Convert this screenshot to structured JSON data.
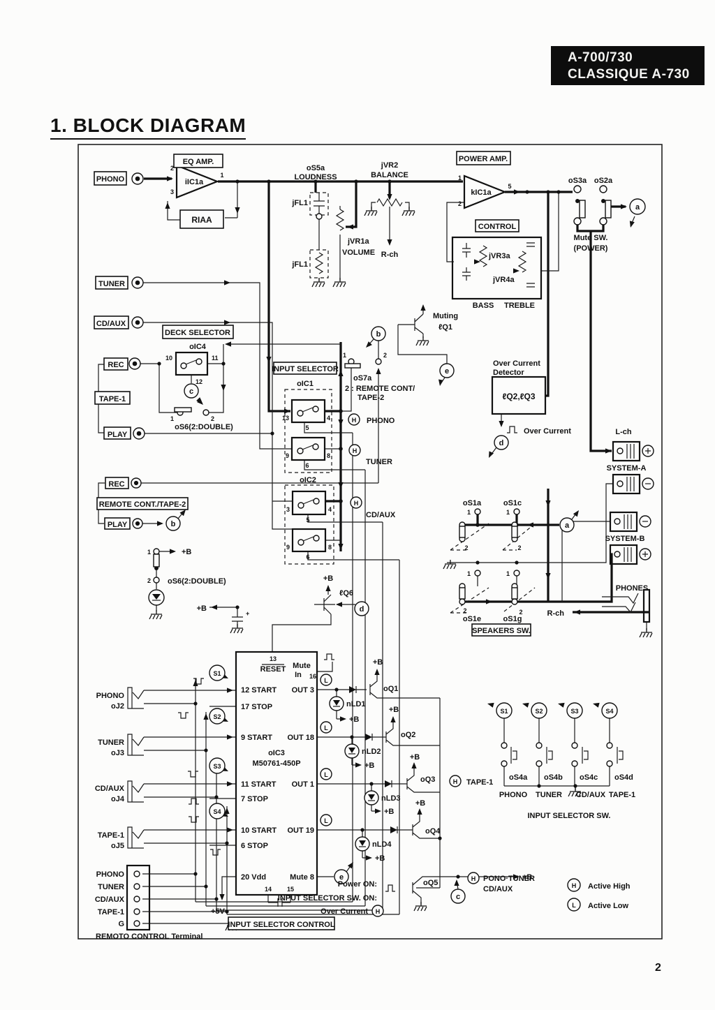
{
  "badge": {
    "line1": "A-700/730",
    "line2": "CLASSIQUE A-730"
  },
  "header": {
    "title": "1. BLOCK DIAGRAM",
    "page_number": "2"
  },
  "labels": {
    "phono": "PHONO",
    "tuner": "TUNER",
    "cdaux": "CD/AUX",
    "tape1": "TAPE-1",
    "tape2": "TAPE-2",
    "rec": "REC",
    "play": "PLAY",
    "eq_amp": "EQ AMP.",
    "riaa": "RIAA",
    "ic1a": "iIC1a",
    "s5a": "oS5a",
    "loudness": "LOUDNESS",
    "jfl1": "jFL1",
    "jvr1a": "jVR1a",
    "volume": "VOLUME",
    "jvr2": "jVR2",
    "balance": "BALANCE",
    "rch": "R-ch",
    "lch": "L-ch",
    "power_amp": "POWER AMP.",
    "kic1a": "kIC1a",
    "control": "CONTROL",
    "jvr3a": "jVR3a",
    "jvr4a": "jVR4a",
    "bass": "BASS",
    "treble": "TREBLE",
    "s3a": "oS3a",
    "s2a": "oS2a",
    "mute_sw": "Mute SW.",
    "power_paren": "(POWER)",
    "deck_selector": "DECK SELECTOR",
    "ic4": "oIC4",
    "s6_double": "oS6(2:DOUBLE)",
    "input_selector": "INPUT SELECTOR",
    "ic1": "oIC1",
    "ic2": "oIC2",
    "s7a": "oS7a",
    "remote2": "2 : REMOTE CONT/",
    "remote_box": "REMOTE CONT./TAPE-2",
    "muting": "Muting",
    "q1": "ℓQ1",
    "q2q3": "ℓQ2,ℓQ3",
    "q6": "ℓQ6",
    "over_current": "Over Current",
    "detector": "Detector",
    "system_a": "SYSTEM-A",
    "system_b": "SYSTEM-B",
    "phones": "PHONES",
    "speakers_sw": "SPEAKERS SW.",
    "s1a": "oS1a",
    "s1c": "oS1c",
    "s1e": "oS1e",
    "s1g": "oS1g",
    "plus_b": "+B",
    "plus5v": "+5V",
    "plus": "+",
    "reset": "RESET",
    "mute": "Mute",
    "in": "In",
    "r12": "12 START",
    "r17": "17 STOP",
    "r9": "9 START",
    "r11": "11 START",
    "r7": "7 STOP",
    "r10": "10 START",
    "r6": "6 STOP",
    "r20": "20 Vdd",
    "out3": "OUT 3",
    "out18": "OUT 18",
    "out1": "OUT 1",
    "out19": "OUT 19",
    "mute8": "Mute 8",
    "ic3": "oIC3",
    "ic3p": "M50761-450P",
    "oj2": "oJ2",
    "oj3": "oJ3",
    "oj4": "oJ4",
    "oj5": "oJ5",
    "s1": "S1",
    "s2": "S2",
    "s3": "S3",
    "s4": "S4",
    "q1o": "oQ1",
    "q2o": "oQ2",
    "q3o": "oQ3",
    "q4o": "oQ4",
    "q5o": "oQ5",
    "ld1": "nLD1",
    "ld2": "nLD2",
    "ld3": "nLD3",
    "ld4": "nLD4",
    "s4a": "oS4a",
    "s4b": "oS4b",
    "s4c": "oS4c",
    "s4d": "oS4d",
    "input_selector_sw": "INPUT SELECTOR SW.",
    "remoto": "REMOTO CONTROL Terminal",
    "g": "G",
    "isc": "INPUT SELECTOR CONTROL",
    "power_on": "Power ON:",
    "sw_on": "INPUT SELECTOR SW. ON:",
    "pono": "PONO·TUNER",
    "active_high": "Active High",
    "active_low": "Active Low",
    "a": "a",
    "b": "b",
    "c": "c",
    "d": "d",
    "e": "e",
    "h": "H",
    "l": "L"
  },
  "nums": {
    "1": "1",
    "2": "2",
    "3": "3",
    "4": "4",
    "5": "5",
    "6": "6",
    "8": "8",
    "9": "9",
    "10": "10",
    "11": "11",
    "12": "12",
    "13": "13",
    "14": "14",
    "15": "15",
    "16": "16",
    "17": "17"
  }
}
